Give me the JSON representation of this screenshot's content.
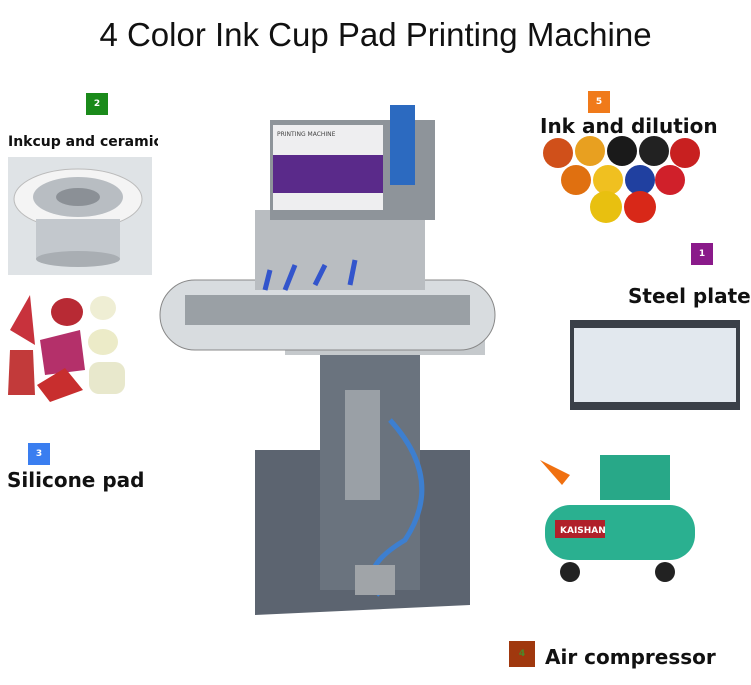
{
  "title": "4 Color Ink Cup Pad Printing Machine",
  "machine": {
    "panel_label": "PRINTING MACHINE"
  },
  "accessories": [
    {
      "number": "2",
      "label": "Inkcup and ceramic r",
      "badge_color": "#1a8a1a"
    },
    {
      "number": "3",
      "label": "Silicone pad",
      "badge_color": "#3a7ef0"
    },
    {
      "number": "5",
      "label": "Ink and dilution",
      "badge_color": "#f07a1a"
    },
    {
      "number": "1",
      "label": "Steel plate",
      "badge_color": "#8a1a8a"
    },
    {
      "number": "4",
      "label": "Air compressor",
      "badge_color": "#a0380e"
    }
  ],
  "compressor_brand": "KAISHAN"
}
